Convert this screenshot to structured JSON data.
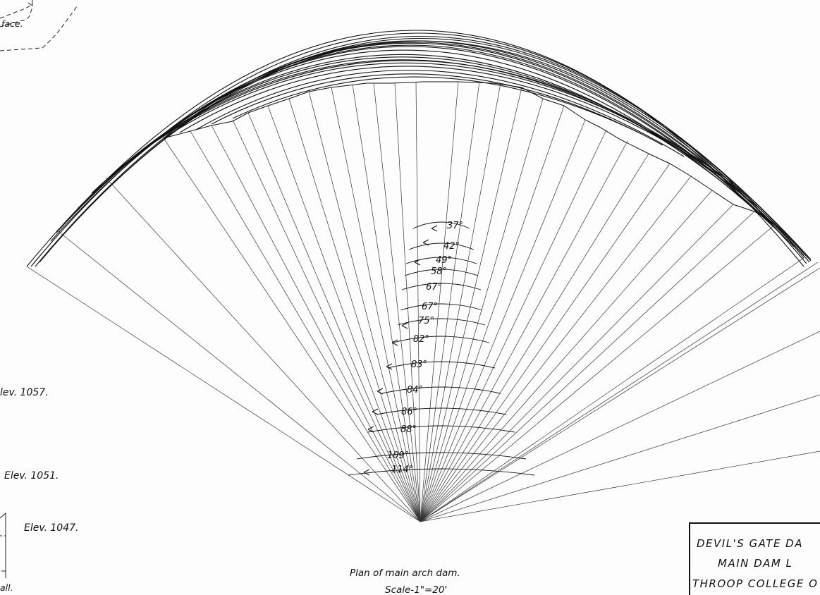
{
  "upstream_label": "face.",
  "angles": [
    "37°",
    "42°",
    "49°",
    "58°",
    "67°",
    "67°",
    "75°",
    "82°",
    "83°",
    "84°",
    "86°",
    "88°",
    "109°",
    "114°"
  ],
  "elevations": [
    "lev. 1057.",
    "Elev. 1051.",
    "Elev. 1047."
  ],
  "wall_label": "all.",
  "caption": {
    "line1": "Plan of main arch dam.",
    "line2": "Scale-1\"=20'"
  },
  "title_block": {
    "line1": "DEVIL'S GATE DA",
    "line2": "MAIN DAM L",
    "line3": "THROOP COLLEGE O"
  }
}
